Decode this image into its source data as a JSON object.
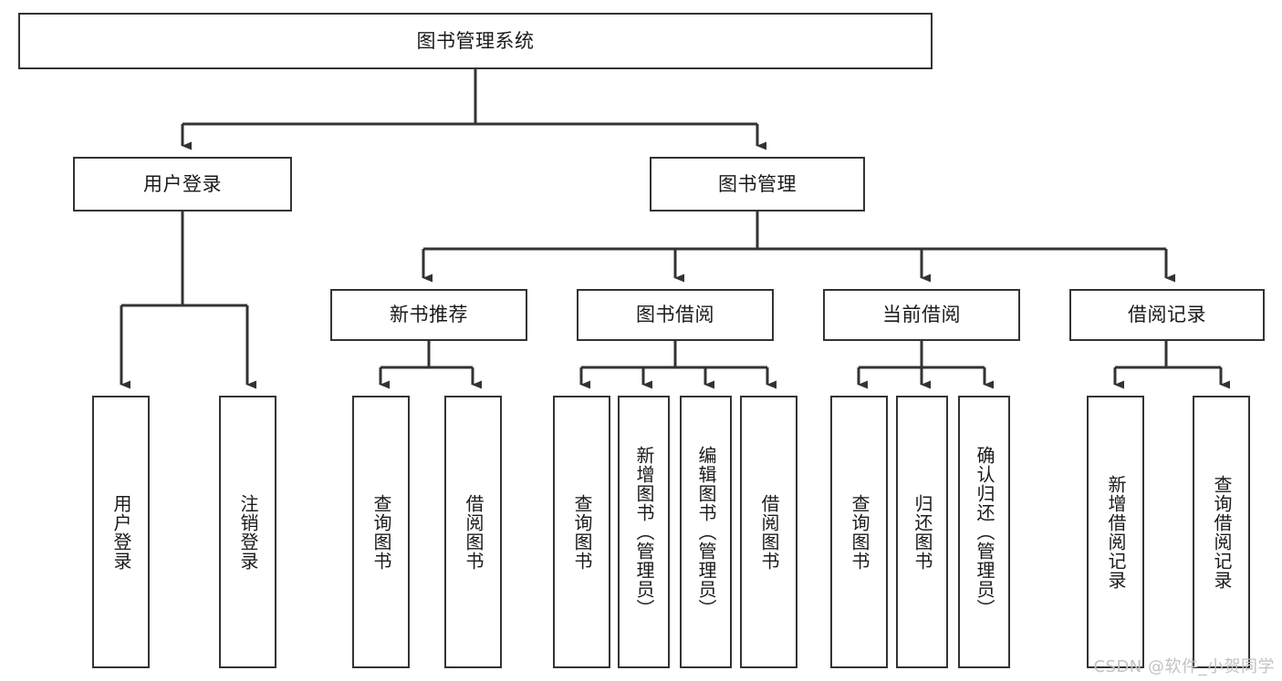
{
  "diagram": {
    "title_node": {
      "label": "图书管理系统"
    },
    "level2": [
      {
        "label": "用户登录"
      },
      {
        "label": "图书管理"
      }
    ],
    "level3": [
      {
        "label": "新书推荐"
      },
      {
        "label": "图书借阅"
      },
      {
        "label": "当前借阅"
      },
      {
        "label": "借阅记录"
      }
    ],
    "leaves": [
      {
        "label": "用户登录"
      },
      {
        "label": "注销登录"
      },
      {
        "label": "查询图书"
      },
      {
        "label": "借阅图书"
      },
      {
        "label": "查询图书"
      },
      {
        "label": "新增图书（管理员）"
      },
      {
        "label": "编辑图书（管理员）"
      },
      {
        "label": "借阅图书"
      },
      {
        "label": "查询图书"
      },
      {
        "label": "归还图书"
      },
      {
        "label": "确认归还（管理员）"
      },
      {
        "label": "新增借阅记录"
      },
      {
        "label": "查询借阅记录"
      }
    ]
  },
  "watermark": {
    "text": "CSDN @软件_小贺同学"
  },
  "colors": {
    "stroke": "#333333",
    "fill": "#ffffff",
    "text": "#1a1a1a",
    "watermark": "#c2c2c2"
  }
}
